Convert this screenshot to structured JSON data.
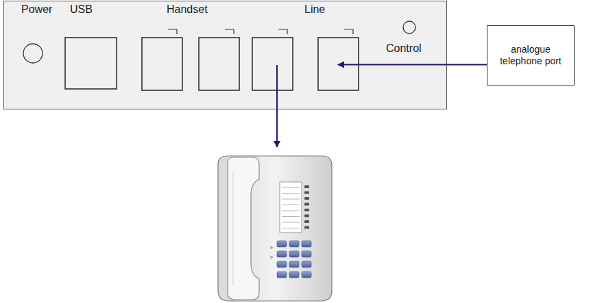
{
  "diagram": {
    "nodes": [
      {
        "text": [
          "Power",
          "USB",
          "Handset",
          "Line",
          "Control"
        ]
      },
      {
        "text": [
          "analogue telephone port"
        ]
      }
    ],
    "edges": [
      {
        "from": 1,
        "to": 0,
        "arrow": "to"
      }
    ]
  }
}
